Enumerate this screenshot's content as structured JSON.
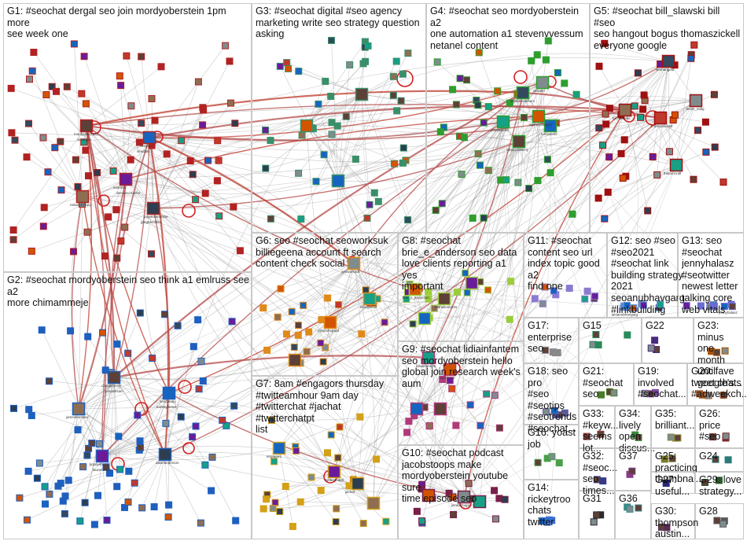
{
  "groups": [
    {
      "id": "G1",
      "label": "G1: #seochat dergal seo join mordyoberstein 1pm more\nsee week one",
      "color": "#b22222"
    },
    {
      "id": "G2",
      "label": "G2: #seochat mordyoberstein seo think a1 emlruss see a2\nmore chimammeje",
      "color": "#1f5fbf"
    },
    {
      "id": "G3",
      "label": "G3: #seochat digital #seo agency\nmarketing write seo strategy question\nasking",
      "color": "#3a8f6a"
    },
    {
      "id": "G4",
      "label": "G4: #seochat seo mordyoberstein a2\none automation a1 stevenvvessum\nnetanel content",
      "color": "#2e9e2e"
    },
    {
      "id": "G5",
      "label": "G5: #seochat bill_slawski bill #seo\nseo hangout bogus thomaszickell\neveryone google",
      "color": "#a01010"
    },
    {
      "id": "G6",
      "label": "G6: seo #seochat seoworksuk\nbilliegeena account ft search\ncontent check social",
      "color": "#e08a1a"
    },
    {
      "id": "G7",
      "label": "G7: 8am #engagors thursday\n#twitteamhour 9am day\n#twitterchat #jachat #twitterchatpt\nlist",
      "color": "#d4a017"
    },
    {
      "id": "G8",
      "label": "G8: #seochat\nbrie_e_anderson seo data\nlove clients reporting a1 yes\nimportant",
      "color": "#9ccc3c"
    },
    {
      "id": "G9",
      "label": "G9: #seochat lidiainfantem\nseo mordyoberstein hello\nglobal join research week's\naum",
      "color": "#b03a7a"
    },
    {
      "id": "G10",
      "label": "G10: #seochat podcast\njacobstoops make\nmordyoberstein youtube sure\ntime episode seo",
      "color": "#7a1f4a"
    },
    {
      "id": "G11",
      "label": "G11: #seochat\ncontent seo url\nindex topic good a2\nfind one",
      "color": "#8c7ad1"
    },
    {
      "id": "G12",
      "label": "G12: seo #seo\n#seo2021\n#seochat link\nbuilding strategy\n2021\nseoanubhavgarg\n#linkbuilding",
      "color": "#5b8bd9"
    },
    {
      "id": "G13",
      "label": "G13: seo\n#seochat\njennyhalasz\n#seotwitter\nnewest letter\ntalking core\nweb vitals",
      "color": "#6a6ad1"
    },
    {
      "id": "G14",
      "label": "G14:\nrickeytroo\nchats twitter",
      "color": "#3b6fd1"
    },
    {
      "id": "G15",
      "label": "G15",
      "color": "#2a8a5a"
    },
    {
      "id": "G16",
      "label": "G16: yoast\njob",
      "color": "#4aa04a"
    },
    {
      "id": "G17",
      "label": "G17:\nenterprise\nseo",
      "color": "#888888"
    },
    {
      "id": "G18",
      "label": "G18: seo pro\n#seo\n#seotips\n#seotrends\n#seochat...",
      "color": "#5a5a9a"
    },
    {
      "id": "G19",
      "label": "G19:\ninvolved\n#seochat...",
      "color": "#7a4aa0"
    },
    {
      "id": "G20",
      "label": "G20: fave\ntweet chats\n#adweekch...",
      "color": "#a05a2a"
    },
    {
      "id": "G21",
      "label": "G21:\n#seochat\nseo",
      "color": "#4a7a2a"
    },
    {
      "id": "G22",
      "label": "G22",
      "color": "#4a2a7a"
    },
    {
      "id": "G23",
      "label": "G23:\nminus one\nmonth until\ngoogle's...",
      "color": "#aa5500"
    },
    {
      "id": "G24",
      "label": "G24",
      "color": "#2a7a7a"
    },
    {
      "id": "G25",
      "label": "G25:\npracticing\nthumbnai...",
      "color": "#7a7a2a"
    },
    {
      "id": "G26",
      "label": "G26: price\n#seo",
      "color": "#7a2a2a"
    },
    {
      "id": "G27",
      "label": "G27:\nuseful...",
      "color": "#2a2a7a"
    },
    {
      "id": "G28",
      "label": "G28",
      "color": "#5a5a5a"
    },
    {
      "id": "G29",
      "label": "G29: love\nstrategy...",
      "color": "#2a5a2a"
    },
    {
      "id": "G30",
      "label": "G30:\nthompson\naustin...",
      "color": "#5a2a5a"
    },
    {
      "id": "G31",
      "label": "G31",
      "color": "#2a2a2a"
    },
    {
      "id": "G32",
      "label": "G32:\n#seoc...\nseo\ntimes...",
      "color": "#3a3a8a"
    },
    {
      "id": "G33",
      "label": "G33:\n#keyw...\nseems\nlot...",
      "color": "#8a3a3a"
    },
    {
      "id": "G34",
      "label": "G34:\nlively\nopen\ndiscus...",
      "color": "#3a8a3a"
    },
    {
      "id": "G35",
      "label": "G35:\nbrilliant...",
      "color": "#8a8a3a"
    },
    {
      "id": "G36",
      "label": "G36",
      "color": "#3a8a8a"
    },
    {
      "id": "G37",
      "label": "G37",
      "color": "#8a3a8a"
    }
  ],
  "handles": {
    "G1": [
      "mordyoberstein",
      "dergal",
      "emlruss",
      "pageninetynine",
      "netanelcrispy",
      "victorpan",
      "seochat",
      "dennisschaefer",
      "gregbertollini"
    ],
    "G2": [
      "chimammeje",
      "seocanary",
      "krystynh",
      "dawnanderson",
      "jamesfromseo",
      "seowithsam",
      "tommyfriend",
      "laurendiane"
    ],
    "G4": [
      "stevenvvessum",
      "netanel",
      "jonneuwirth",
      "agencyblogger",
      "lukaszzelezny",
      "tomtweets"
    ],
    "G5": [
      "bill_slawski",
      "thomaszickell",
      "seohangout",
      "kevin_indig",
      "thetomcraft"
    ],
    "G6": [
      "seoworksuk",
      "billiegeena",
      "cyrusshepard"
    ],
    "G7": [
      "engagors",
      "twitterchatpt",
      "jachat"
    ],
    "G8": [
      "brie_e_anderson",
      "nathaliemorris"
    ],
    "G9": [
      "lidiainfantem",
      "aum_seo"
    ],
    "G10": [
      "jacobstoops"
    ],
    "G12": [
      "seoanubhavgarg"
    ],
    "G13": [
      "jennyhalasz"
    ]
  }
}
